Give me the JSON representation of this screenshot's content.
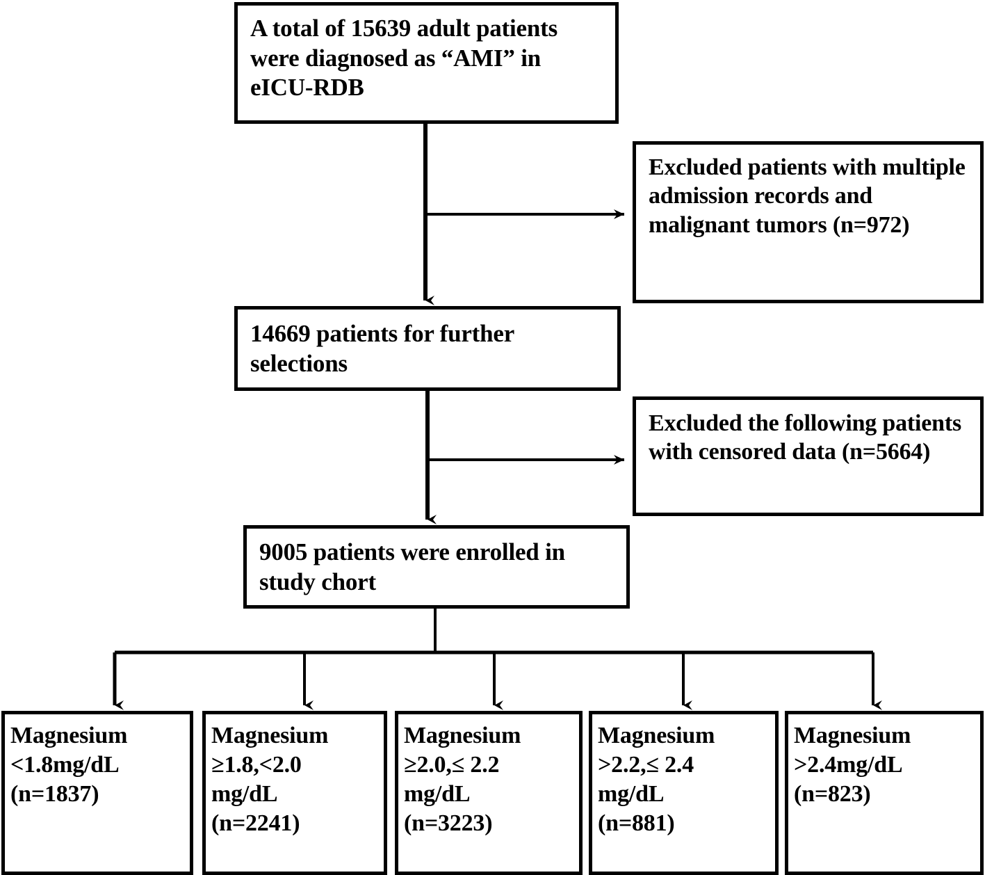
{
  "figure": {
    "type": "flowchart",
    "title": "Patient selection flow diagram",
    "colors": {
      "background": "#ffffff",
      "box_border": "#000000",
      "text": "#000000",
      "connector": "#000000"
    }
  },
  "nodes": {
    "total": {
      "text": "A total of 15639 adult patients were diagnosed as “AMI” in eICU-RDB",
      "count": 15639
    },
    "exclusion_1": {
      "text": "Excluded patients with multiple admission records and malignant tumors (n=972)",
      "count": 972
    },
    "further": {
      "text": "14669 patients for further selections",
      "count": 14669
    },
    "exclusion_2": {
      "text": "Excluded the following patients with censored data (n=5664)",
      "count": 5664
    },
    "enrolled": {
      "text": "9005 patients were enrolled in study chort",
      "count": 9005
    }
  },
  "groups": [
    {
      "label": "Magnesium\n<1.8mg/dL\n(n=1837)",
      "range": "<1.8 mg/dL",
      "count": 1837
    },
    {
      "label": "Magnesium\n≥1.8,<2.0\nmg/dL\n(n=2241)",
      "range": "≥1.8, <2.0 mg/dL",
      "count": 2241
    },
    {
      "label": "Magnesium\n≥2.0,≤ 2.2\nmg/dL\n(n=3223)",
      "range": "≥2.0, ≤2.2 mg/dL",
      "count": 3223
    },
    {
      "label": "Magnesium\n>2.2,≤  2.4\nmg/dL\n(n=881)",
      "range": ">2.2, ≤2.4 mg/dL",
      "count": 881
    },
    {
      "label": "Magnesium\n >2.4mg/dL\n(n=823)",
      "range": ">2.4 mg/dL",
      "count": 823
    }
  ],
  "chart_data": {
    "type": "flowchart",
    "title": "Study patient selection flowchart",
    "stages": [
      {
        "label": "A total of 15639 adult patients were diagnosed as “AMI” in eICU-RDB",
        "n": 15639
      },
      {
        "label": "14669 patients for further selections",
        "n": 14669
      },
      {
        "label": "9005 patients were enrolled in study chort",
        "n": 9005
      }
    ],
    "exclusions": [
      {
        "label": "Excluded patients with multiple admission records and malignant tumors",
        "n": 972
      },
      {
        "label": "Excluded the following patients with censored data",
        "n": 5664
      }
    ],
    "final_groups": {
      "categories": [
        "<1.8 mg/dL",
        "≥1.8,<2.0 mg/dL",
        "≥2.0,≤2.2 mg/dL",
        ">2.2,≤2.4 mg/dL",
        ">2.4 mg/dL"
      ],
      "values": [
        1837,
        2241,
        3223,
        881,
        823
      ],
      "variable": "Magnesium"
    }
  }
}
